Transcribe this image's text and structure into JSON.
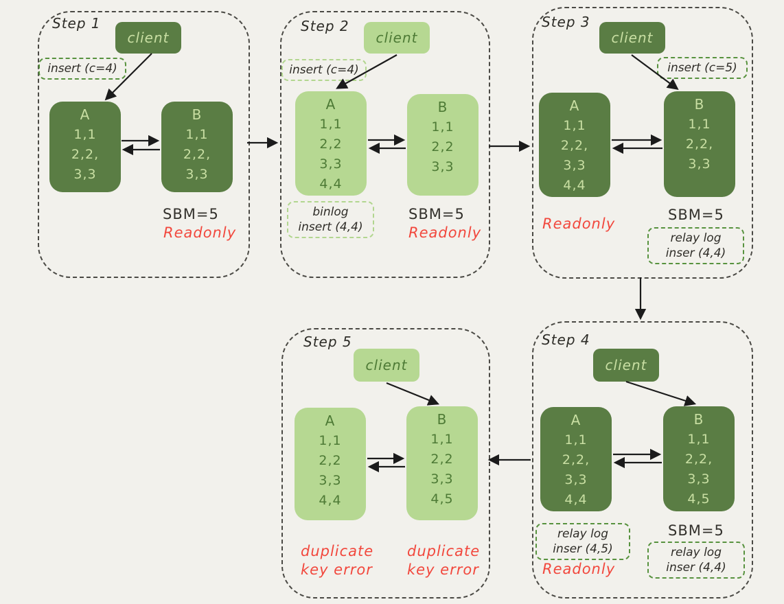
{
  "colors": {
    "background": "#f2f1ec",
    "node_dark_fill": "#5a7d44",
    "node_dark_text": "#c9dfa3",
    "node_light_fill": "#b6d892",
    "node_light_text": "#4d7a35",
    "note_border_dark_green": "#57923e",
    "note_border_light_green": "#b2d68f",
    "container_dashed_border": "#4a4944",
    "error_red": "#f2473c",
    "plain_text": "#33312c",
    "arrow_black": "#1b1b1b"
  },
  "steps": [
    {
      "label": "Step 1",
      "client": "client",
      "note": "insert (c=4)",
      "node_a": {
        "title": "A",
        "rows": [
          "1,1",
          "2,2,",
          "3,3"
        ]
      },
      "node_b": {
        "title": "B",
        "rows": [
          "1,1",
          "2,2,",
          "3,3"
        ]
      },
      "sbm": "SBM=5",
      "readonly": "Readonly"
    },
    {
      "label": "Step 2",
      "client": "client",
      "note": "insert (c=4)",
      "node_a": {
        "title": "A",
        "rows": [
          "1,1",
          "2,2",
          "3,3",
          "4,4"
        ]
      },
      "node_b": {
        "title": "B",
        "rows": [
          "1,1",
          "2,2",
          "3,3"
        ]
      },
      "binlog_note": {
        "line1": "binlog",
        "line2": "insert (4,4)"
      },
      "sbm": "SBM=5",
      "readonly": "Readonly"
    },
    {
      "label": "Step 3",
      "client": "client",
      "note": "insert (c=5)",
      "node_a": {
        "title": "A",
        "rows": [
          "1,1",
          "2,2,",
          "3,3",
          "4,4"
        ]
      },
      "node_b": {
        "title": "B",
        "rows": [
          "1,1",
          "2,2,",
          "3,3"
        ]
      },
      "readonly": "Readonly",
      "sbm": "SBM=5",
      "relay_note": {
        "line1": "relay log",
        "line2": "inser (4,4)"
      }
    },
    {
      "label": "Step 4",
      "client": "client",
      "node_a": {
        "title": "A",
        "rows": [
          "1,1",
          "2,2,",
          "3,3",
          "4,4"
        ]
      },
      "node_b": {
        "title": "B",
        "rows": [
          "1,1",
          "2,2,",
          "3,3",
          "4,5"
        ]
      },
      "relay_note_a": {
        "line1": "relay log",
        "line2": "inser (4,5)"
      },
      "readonly": "Readonly",
      "sbm": "SBM=5",
      "relay_note_b": {
        "line1": "relay log",
        "line2": "inser (4,4)"
      }
    },
    {
      "label": "Step 5",
      "client": "client",
      "node_a": {
        "title": "A",
        "rows": [
          "1,1",
          "2,2",
          "3,3",
          "4,4"
        ]
      },
      "node_b": {
        "title": "B",
        "rows": [
          "1,1",
          "2,2",
          "3,3",
          "4,5"
        ]
      },
      "error_a": {
        "line1": "duplicate",
        "line2": "key error"
      },
      "error_b": {
        "line1": "duplicate",
        "line2": "key error"
      }
    }
  ]
}
